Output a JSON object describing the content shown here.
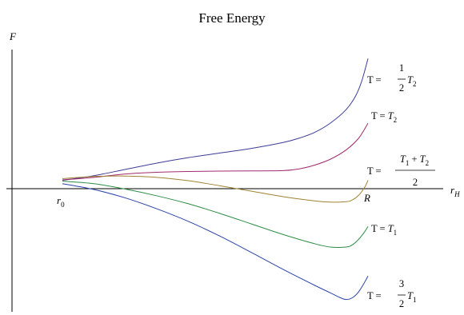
{
  "chart_data": {
    "type": "line",
    "title": "Free Energy",
    "xlabel": "r",
    "xlabel_sub": "H",
    "ylabel": "F",
    "x_ticks": [
      {
        "text": "r",
        "sub": "0"
      },
      {
        "text": "R",
        "sub": ""
      }
    ],
    "grid": false,
    "legend": "none (curves labelled at right end)",
    "series": [
      {
        "label": "T = ½T₂",
        "color": "#3c3c96",
        "points": [
          [
            0,
            1.0
          ],
          [
            0.1,
            1.55
          ],
          [
            0.2,
            2.3
          ],
          [
            0.3,
            3.05
          ],
          [
            0.4,
            3.7
          ],
          [
            0.5,
            4.25
          ],
          [
            0.6,
            4.8
          ],
          [
            0.7,
            5.5
          ],
          [
            0.75,
            6.0
          ],
          [
            0.8,
            6.7
          ],
          [
            0.85,
            7.8
          ],
          [
            0.9,
            9.4
          ],
          [
            0.93,
            11.0
          ],
          [
            0.95,
            12.8
          ],
          [
            0.97,
            15.5
          ]
        ]
      },
      {
        "label": "T = T₂",
        "color": "#a02c6e",
        "points": [
          [
            0,
            1.05
          ],
          [
            0.1,
            1.35
          ],
          [
            0.2,
            1.75
          ],
          [
            0.3,
            1.95
          ],
          [
            0.4,
            2.05
          ],
          [
            0.5,
            2.1
          ],
          [
            0.6,
            2.12
          ],
          [
            0.7,
            2.15
          ],
          [
            0.75,
            2.35
          ],
          [
            0.8,
            2.8
          ],
          [
            0.85,
            3.5
          ],
          [
            0.9,
            4.6
          ],
          [
            0.94,
            6.0
          ],
          [
            0.97,
            7.8
          ]
        ]
      },
      {
        "label": "T = (T₁ + T₂)/2",
        "color": "#a08232",
        "points": [
          [
            0,
            1.2
          ],
          [
            0.1,
            1.45
          ],
          [
            0.2,
            1.5
          ],
          [
            0.3,
            1.35
          ],
          [
            0.4,
            0.95
          ],
          [
            0.5,
            0.35
          ],
          [
            0.6,
            -0.3
          ],
          [
            0.7,
            -0.95
          ],
          [
            0.8,
            -1.45
          ],
          [
            0.85,
            -1.6
          ],
          [
            0.9,
            -1.55
          ],
          [
            0.92,
            -1.35
          ],
          [
            0.94,
            -0.8
          ],
          [
            0.96,
            0.2
          ],
          [
            0.97,
            1.0
          ]
        ]
      },
      {
        "label": "T = T₁",
        "color": "#2e8c46",
        "points": [
          [
            0,
            0.9
          ],
          [
            0.1,
            0.6
          ],
          [
            0.2,
            -0.05
          ],
          [
            0.3,
            -0.85
          ],
          [
            0.4,
            -1.8
          ],
          [
            0.5,
            -2.95
          ],
          [
            0.6,
            -4.2
          ],
          [
            0.7,
            -5.45
          ],
          [
            0.8,
            -6.55
          ],
          [
            0.85,
            -6.95
          ],
          [
            0.9,
            -6.95
          ],
          [
            0.92,
            -6.7
          ],
          [
            0.94,
            -6.05
          ],
          [
            0.96,
            -5.1
          ],
          [
            0.97,
            -4.5
          ]
        ]
      },
      {
        "label": "T = 3/2 T₁",
        "color": "#2c44a6",
        "points": [
          [
            0,
            0.6
          ],
          [
            0.1,
            -0.1
          ],
          [
            0.2,
            -1.1
          ],
          [
            0.3,
            -2.4
          ],
          [
            0.4,
            -3.9
          ],
          [
            0.5,
            -5.65
          ],
          [
            0.6,
            -7.6
          ],
          [
            0.7,
            -9.6
          ],
          [
            0.8,
            -11.5
          ],
          [
            0.85,
            -12.4
          ],
          [
            0.88,
            -12.95
          ],
          [
            0.9,
            -13.2
          ],
          [
            0.92,
            -13.0
          ],
          [
            0.94,
            -12.3
          ],
          [
            0.96,
            -11.1
          ],
          [
            0.97,
            -10.4
          ]
        ]
      }
    ]
  },
  "labels": {
    "half_t2": {
      "prefix": "T = ",
      "num": "1",
      "den": "2",
      "sym": "T",
      "sub": "2"
    },
    "t2": {
      "prefix": "T = ",
      "sym": "T",
      "sub": "2"
    },
    "avg": {
      "prefix": "T = ",
      "num": "T",
      "num_sub1": "1",
      "num_mid": " + ",
      "num_sym2": "T",
      "num_sub2": "2",
      "den": "2"
    },
    "t1": {
      "prefix": "T = ",
      "sym": "T",
      "sub": "1"
    },
    "three_half_t1": {
      "prefix": "T = ",
      "num": "3",
      "den": "2",
      "sym": "T",
      "sub": "1"
    }
  },
  "colors": {
    "axis": "#000000",
    "background": "#ffffff"
  }
}
